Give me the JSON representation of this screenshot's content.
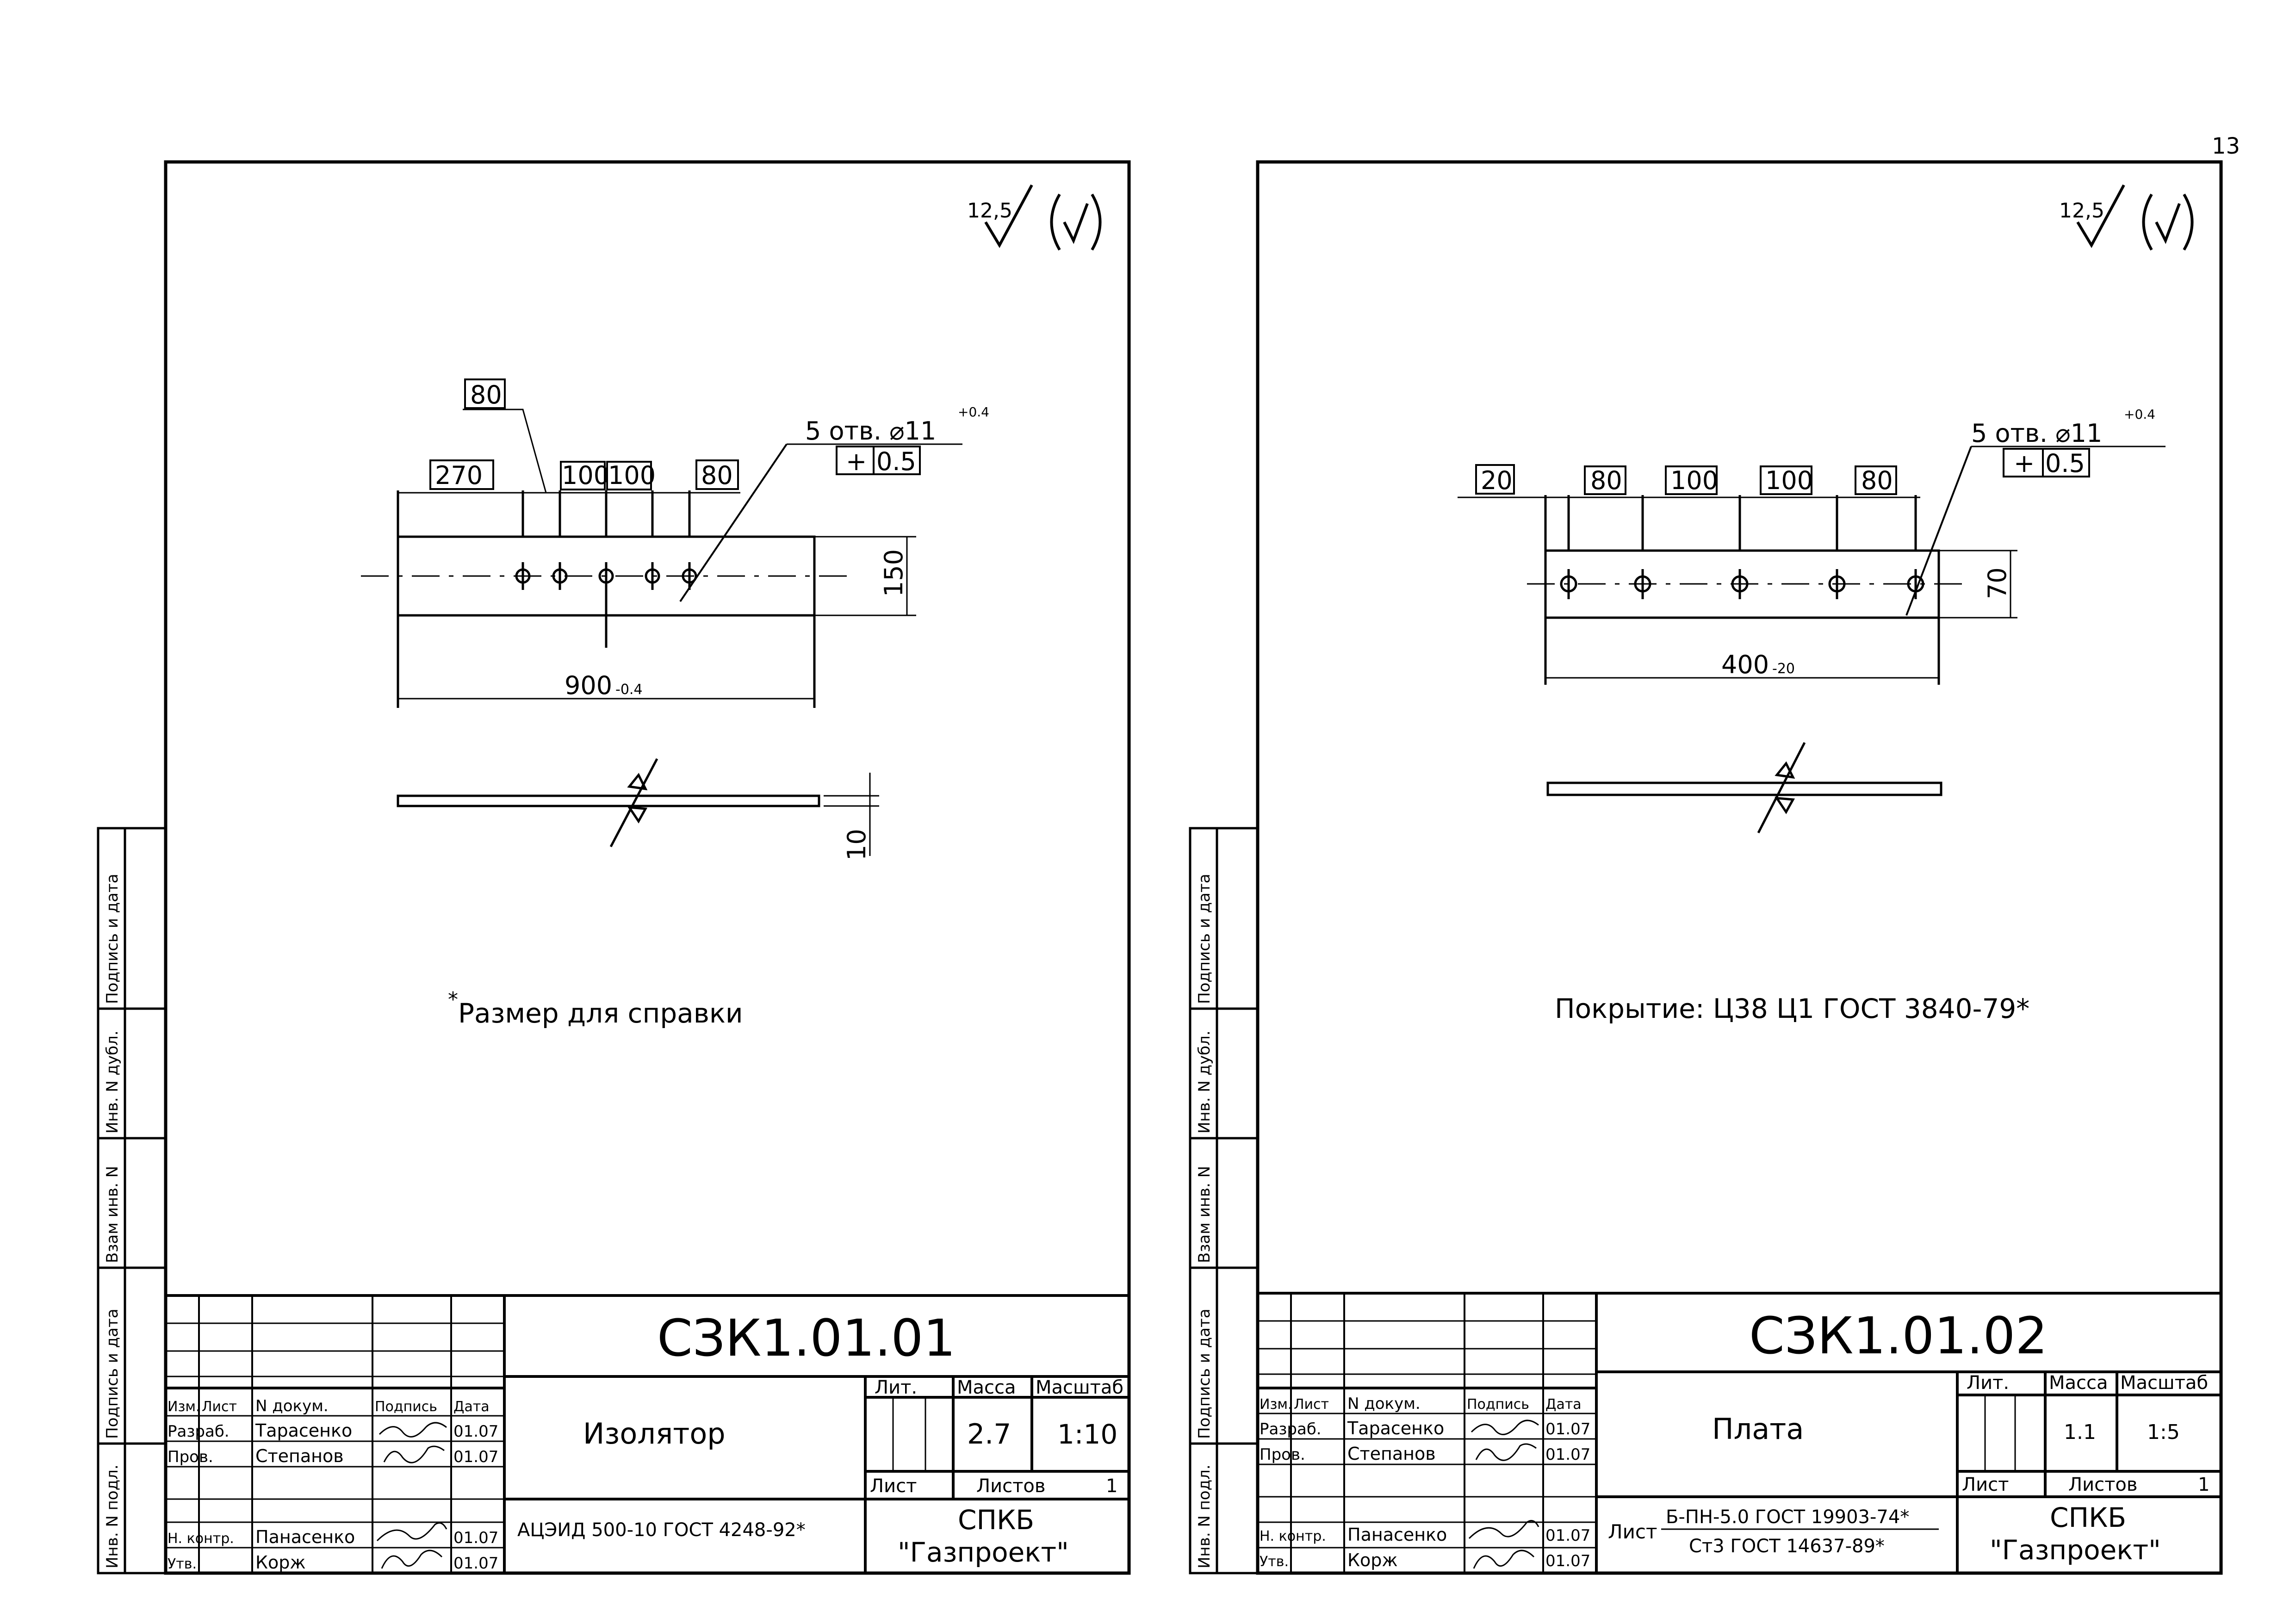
{
  "page_number": "13",
  "left": {
    "roughness": "12,5",
    "dims": {
      "callout80": "80",
      "d270": "270",
      "d100a": "100",
      "d100b": "100",
      "d80": "80",
      "holes": "5 отв. ⌀11",
      "holes_tol": "+0.4",
      "pos_sym": "+",
      "pos_val": "0.5",
      "d150": "150",
      "d900": "900",
      "d900_tol": "-0.4",
      "d10": "10"
    },
    "note": "Размер для справки",
    "title_block": {
      "designation": "СЗК1.01.01",
      "name": "Изолятор",
      "material": "АЦЭИД 500-10 ГОСТ 4248-92*",
      "material_prefix": "",
      "material_line2": "",
      "org_line1": "СПКБ",
      "org_line2": "\"Газпроект\"",
      "lit_label": "Лит.",
      "mass_label": "Масса",
      "scale_label": "Масштаб",
      "mass": "2.7",
      "scale": "1:10",
      "sheet_label": "Лист",
      "sheets_label": "Листов",
      "sheets": "1",
      "col_izm": "Изм.",
      "col_list": "Лист",
      "col_doc": "N докум.",
      "col_sign": "Подпись",
      "col_date": "Дата",
      "roles": [
        {
          "role": "Разраб.",
          "name": "Тарасенко",
          "date": "01.07"
        },
        {
          "role": "Пров.",
          "name": "Степанов",
          "date": "01.07"
        },
        {
          "role": "Н. контр.",
          "name": "Панасенко",
          "date": "01.07"
        },
        {
          "role": "Утв.",
          "name": "Корж",
          "date": "01.07"
        }
      ]
    },
    "side_stamp": [
      "Инв. N подл.",
      "Подпись и дата",
      "Взам инв. N",
      "Инв. N дубл.",
      "Подпись и дата"
    ]
  },
  "right": {
    "roughness": "12,5",
    "dims": {
      "d20": "20",
      "d80a": "80",
      "d100a": "100",
      "d100b": "100",
      "d80b": "80",
      "holes": "5 отв. ⌀11",
      "holes_tol": "+0.4",
      "pos_sym": "+",
      "pos_val": "0.5",
      "d70": "70",
      "d400": "400",
      "d400_tol": "-20"
    },
    "note": "Покрытие: Ц38 Ц1 ГОСТ 3840-79*",
    "title_block": {
      "designation": "СЗК1.01.02",
      "name": "Плата",
      "material_prefix": "Лист",
      "material": "Б-ПН-5.0 ГОСТ 19903-74*",
      "material_line2": "Ст3 ГОСТ 14637-89*",
      "org_line1": "СПКБ",
      "org_line2": "\"Газпроект\"",
      "lit_label": "Лит.",
      "mass_label": "Масса",
      "scale_label": "Масштаб",
      "mass": "1.1",
      "scale": "1:5",
      "sheet_label": "Лист",
      "sheets_label": "Листов",
      "sheets": "1",
      "col_izm": "Изм.",
      "col_list": "Лист",
      "col_doc": "N докум.",
      "col_sign": "Подпись",
      "col_date": "Дата",
      "roles": [
        {
          "role": "Разраб.",
          "name": "Тарасенко",
          "date": "01.07"
        },
        {
          "role": "Пров.",
          "name": "Степанов",
          "date": "01.07"
        },
        {
          "role": "Н. контр.",
          "name": "Панасенко",
          "date": "01.07"
        },
        {
          "role": "Утв.",
          "name": "Корж",
          "date": "01.07"
        }
      ]
    },
    "side_stamp": [
      "Инв. N подл.",
      "Подпись и дата",
      "Взам инв. N",
      "Инв. N дубл.",
      "Подпись и дата"
    ]
  }
}
